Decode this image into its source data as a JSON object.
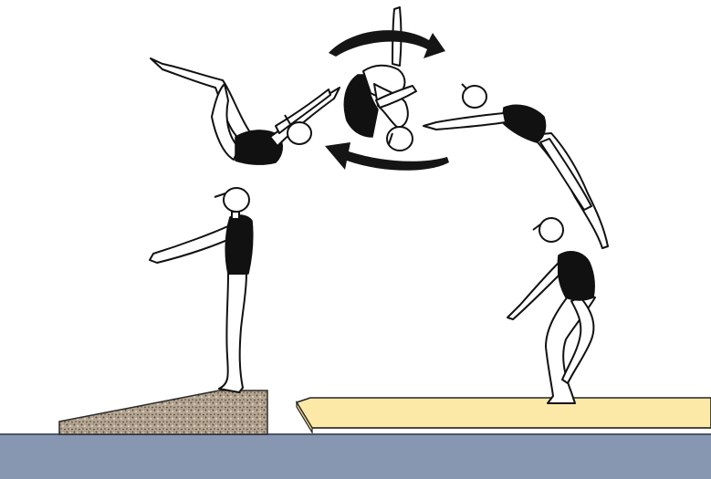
{
  "scene": {
    "subject": "gymnast-vault-sequence",
    "colors": {
      "floor": "#8796b1",
      "floor_edge": "#5d6a80",
      "springboard": "#a89a87",
      "mat": "#fce8a7",
      "leotard": "#111111",
      "outline": "#111111",
      "background": "#ffffff"
    },
    "figures": [
      "figure-standing-on-springboard",
      "figure-diving-forward",
      "figure-tucked-somersault",
      "figure-opening-out",
      "figure-landing-squat"
    ],
    "icons": [
      "rotation-arrow-top-icon",
      "rotation-arrow-bottom-icon"
    ]
  }
}
